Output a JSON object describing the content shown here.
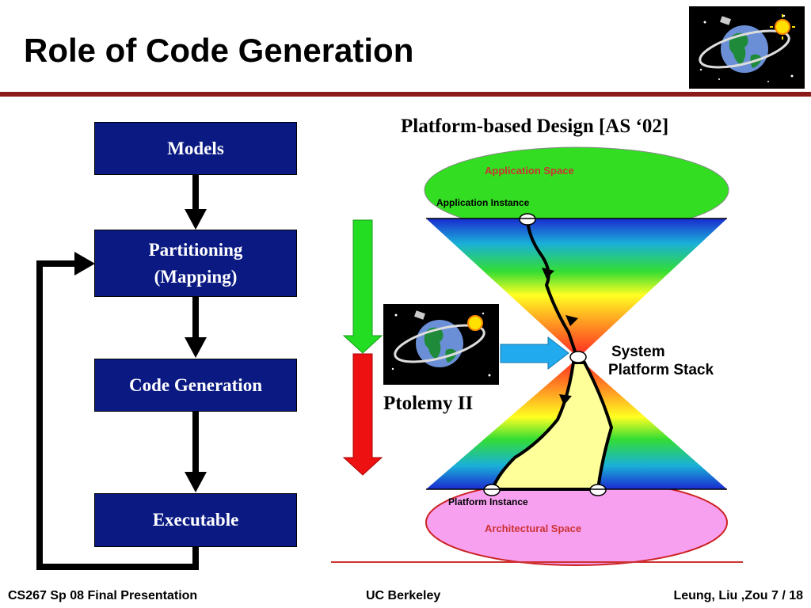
{
  "title": "Role of Code Generation",
  "flow": {
    "models": "Models",
    "partitioning_line1": "Partitioning",
    "partitioning_line2": "(Mapping)",
    "code_generation": "Code Generation",
    "executable": "Executable"
  },
  "platform": {
    "title": "Platform-based Design [AS ‘02]",
    "application_space": "Application Space",
    "application_instance": "Application Instance",
    "system_line1": "System",
    "system_line2": "Platform Stack",
    "platform_instance": "Platform Instance",
    "architectural_space": "Architectural Space",
    "tool_label": "Ptolemy II"
  },
  "footer": {
    "left": "CS267 Sp 08 Final Presentation",
    "center": "UC Berkeley",
    "right": "Leung, Liu ,Zou 7 / 18"
  },
  "colors": {
    "box_fill": "#0b1a83",
    "rule": "#8b1a1a",
    "application_space": "#33dd22",
    "architectural_space": "#f7a0f0",
    "down_arrow_top": "#22dd22",
    "down_arrow_bottom": "#ee1111",
    "side_arrow": "#22aaee"
  },
  "icons": [
    "globe-logo-icon"
  ]
}
